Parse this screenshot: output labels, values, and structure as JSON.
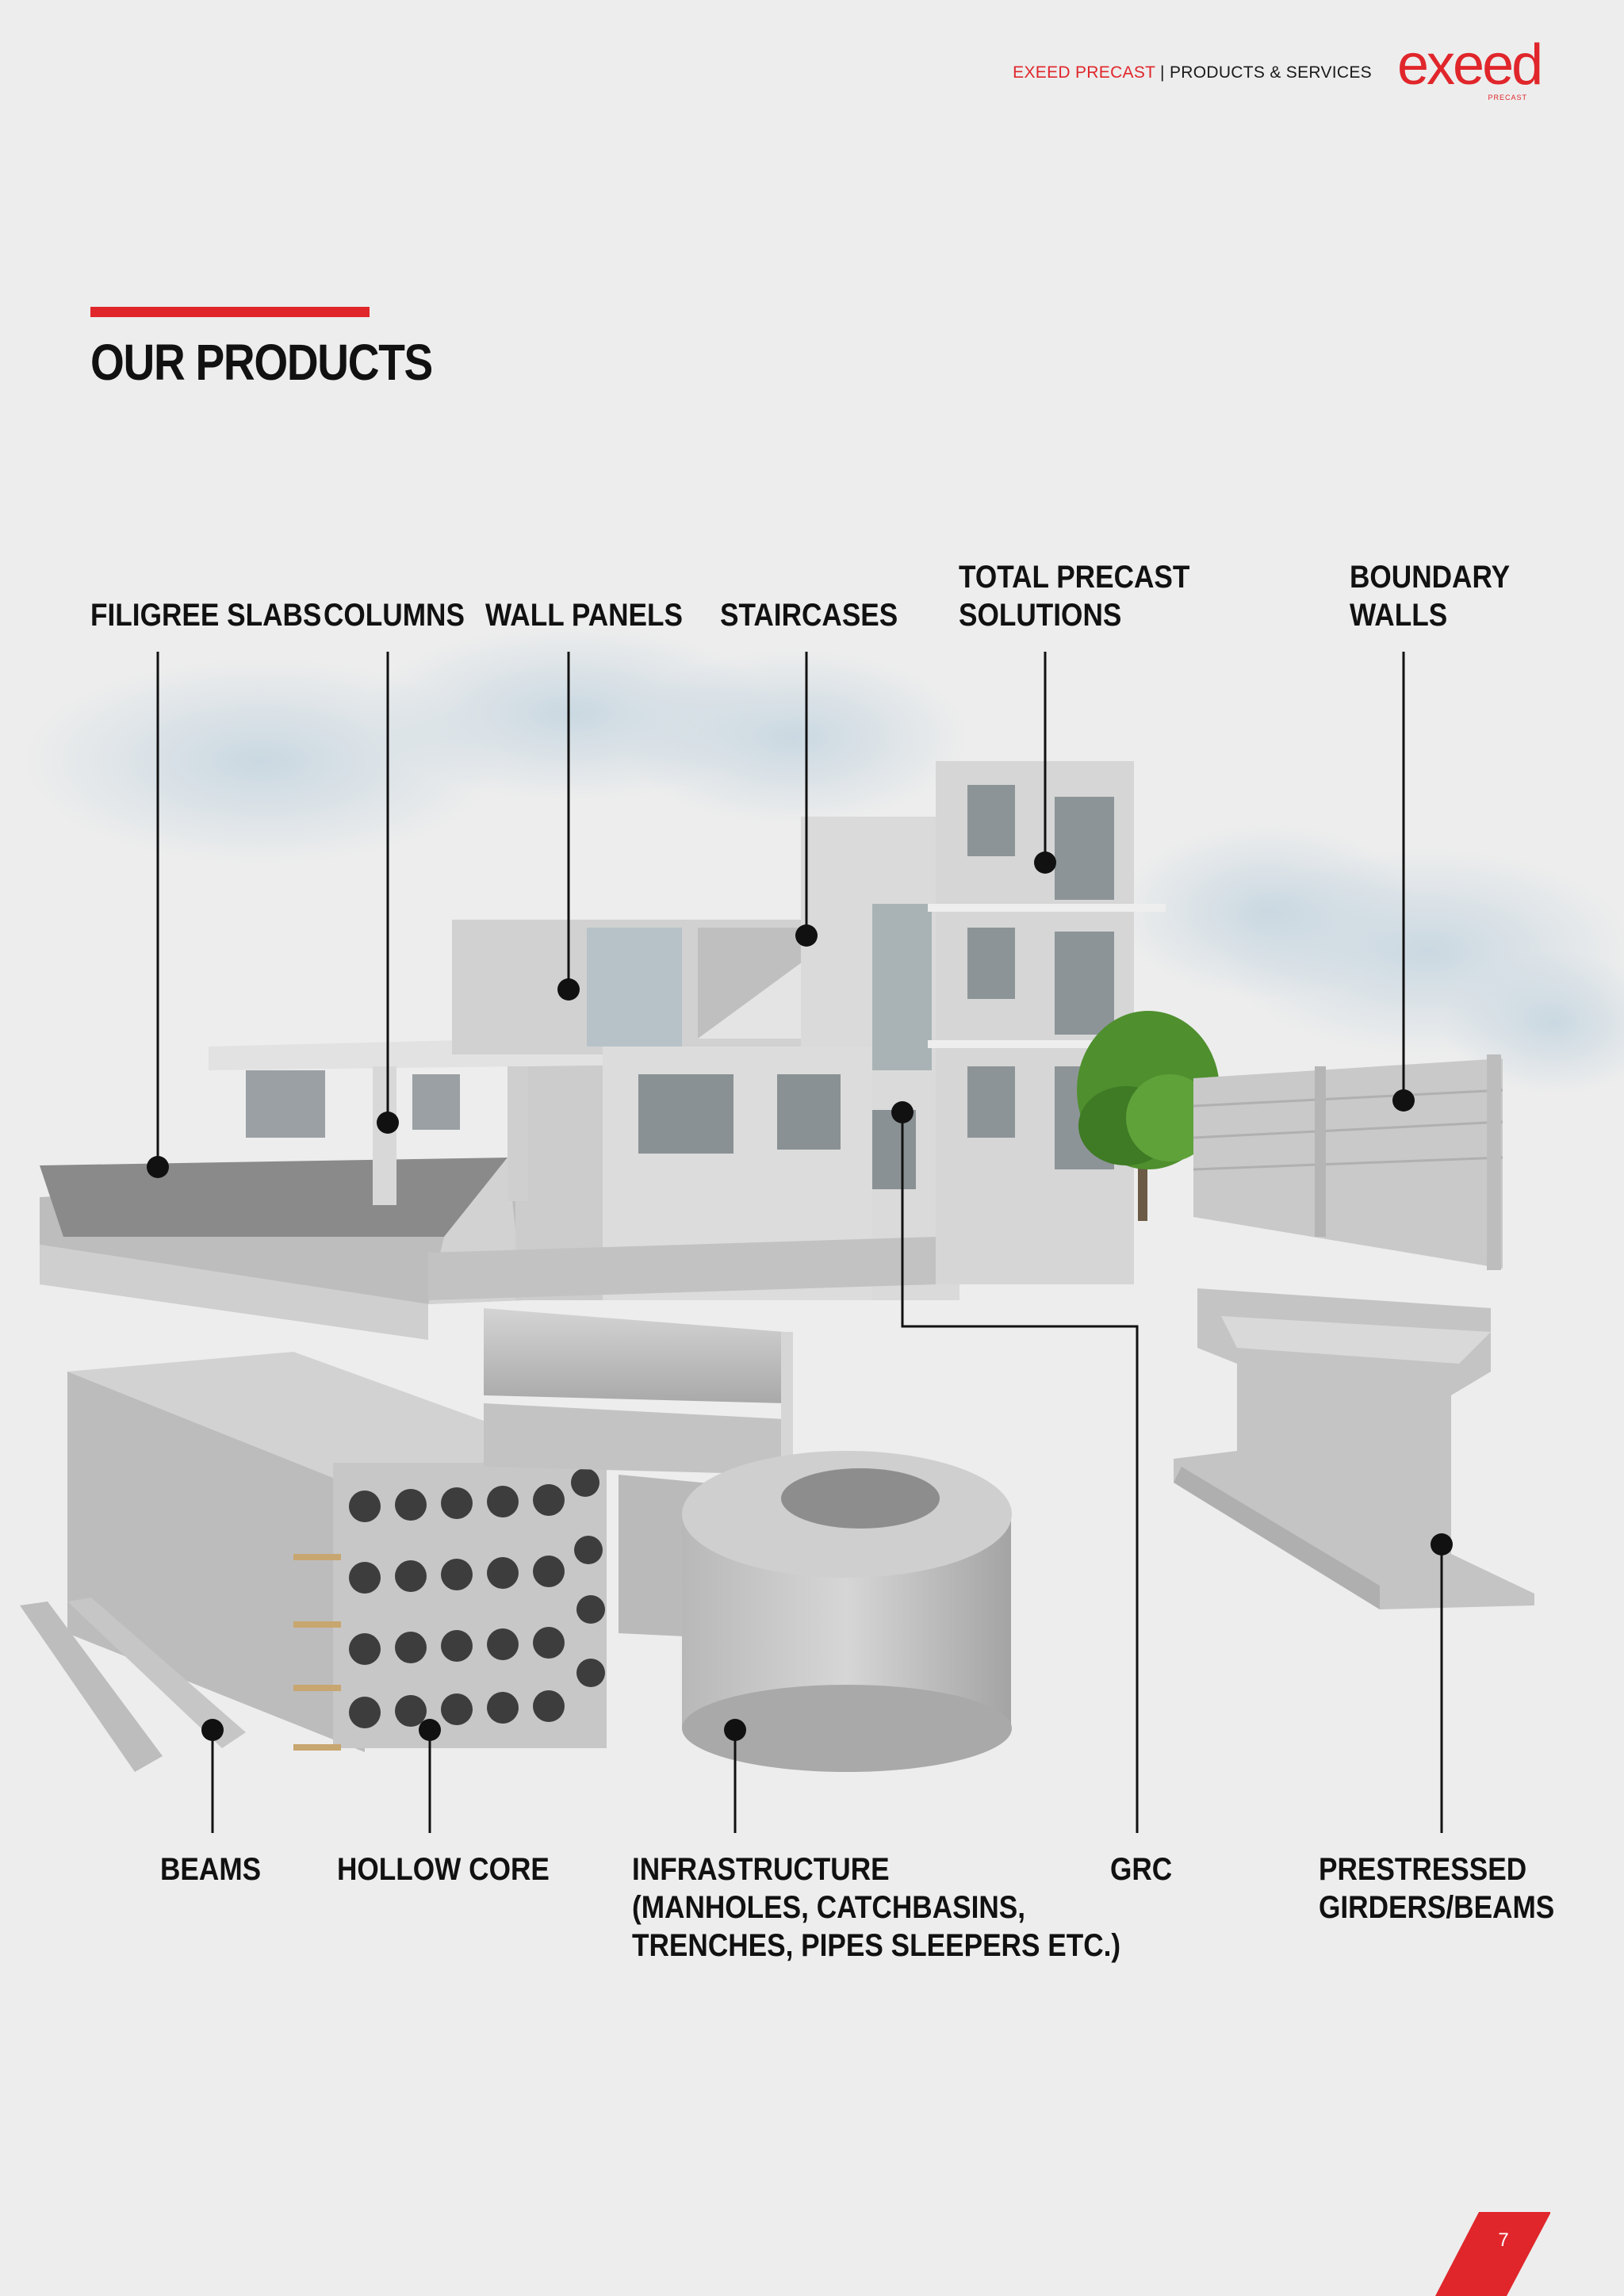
{
  "header": {
    "brand": "EXEED PRECAST",
    "separator": "|",
    "section": "PRODUCTS & SERVICES",
    "logo_word": "exeed",
    "logo_sub": "PRECAST"
  },
  "title": "OUR PRODUCTS",
  "labels": {
    "filigree_slabs": "FILIGREE SLABS",
    "columns": "COLUMNS",
    "wall_panels": "WALL PANELS",
    "staircases": "STAIRCASES",
    "total_precast_1": "TOTAL PRECAST",
    "total_precast_2": "SOLUTIONS",
    "boundary_walls_1": "BOUNDARY",
    "boundary_walls_2": "WALLS",
    "beams": "BEAMS",
    "hollow_core": "HOLLOW CORE",
    "infrastructure_1": "INFRASTRUCTURE",
    "infrastructure_2": "(MANHOLES, CATCHBASINS,",
    "infrastructure_3": "TRENCHES, PIPES SLEEPERS ETC.)",
    "grc": "GRC",
    "prestressed_1": "PRESTRESSED",
    "prestressed_2": "GIRDERS/BEAMS"
  },
  "page_number": "7",
  "colors": {
    "accent": "#e0262b",
    "text": "#111111",
    "background": "#ededed"
  }
}
